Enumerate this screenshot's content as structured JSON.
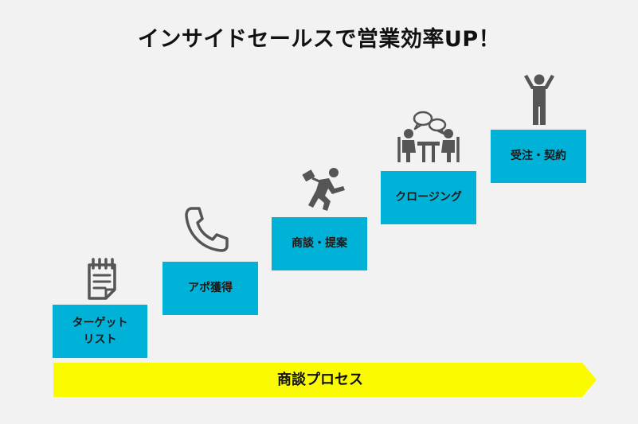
{
  "title": "インサイドセールスで営業効率UP！",
  "steps": [
    {
      "label": "ターゲット\nリスト",
      "icon": "notepad-icon"
    },
    {
      "label": "アポ獲得",
      "icon": "phone-icon"
    },
    {
      "label": "商談・提案",
      "icon": "running-businessman-icon"
    },
    {
      "label": "クロージング",
      "icon": "meeting-icon"
    },
    {
      "label": "受注・契約",
      "icon": "celebrating-person-icon"
    }
  ],
  "process_arrow": {
    "label": "商談プロセス"
  },
  "colors": {
    "step_fill": "#00b1d8",
    "arrow_fill": "#fbfb00",
    "icon": "#555555",
    "background": "#f2f2f2"
  }
}
